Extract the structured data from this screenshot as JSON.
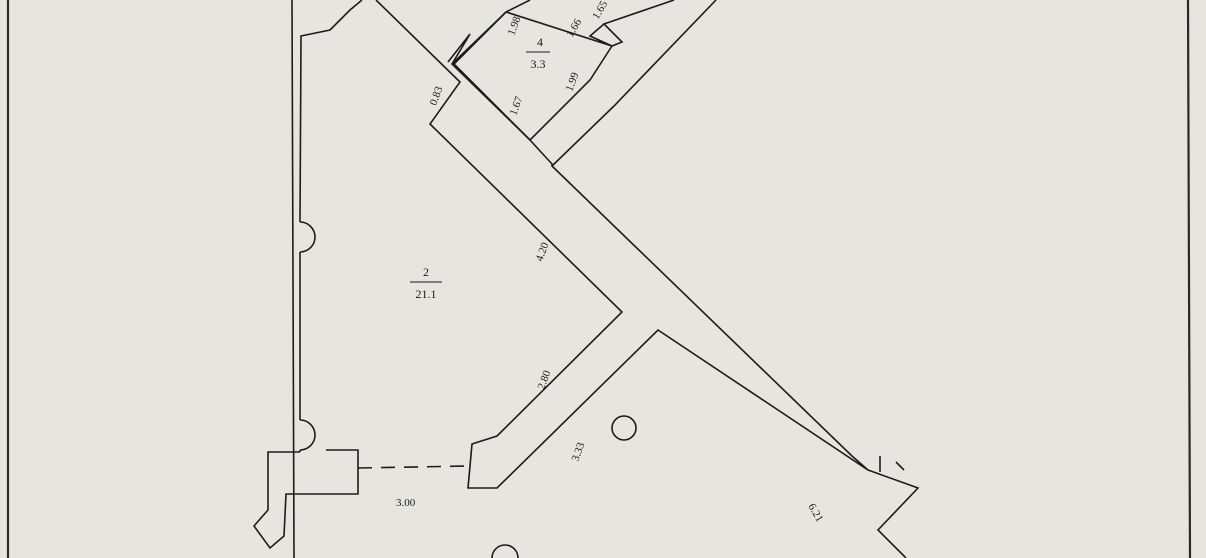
{
  "rooms": [
    {
      "number": "2",
      "area": "21.1"
    },
    {
      "number": "4",
      "area": "3.3"
    }
  ],
  "dimensions": {
    "d_198": "1.98",
    "d_165": "1.65",
    "d_166": "1.66",
    "d_199": "1.99",
    "d_167": "1.67",
    "d_083": "0.83",
    "d_420": "4.20",
    "d_280": "2.80",
    "d_333": "3.33",
    "d_300": "3.00",
    "d_621": "6.21"
  }
}
